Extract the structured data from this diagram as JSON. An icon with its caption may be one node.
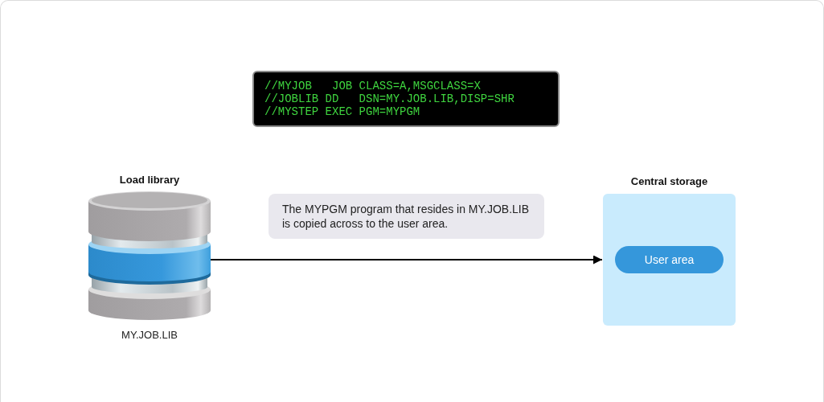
{
  "diagram": {
    "nodes": [
      {
        "text": [
          "//MYJOB   JOB CLASS=A,MSGCLASS=X",
          "//JOBLIB DD   DSN=MY.JOB.LIB,DISP=SHR",
          "//MYSTEP EXEC PGM=MYPGM"
        ]
      },
      {
        "text": [
          "Load library"
        ],
        "beside": [
          "MY.JOB.LIB"
        ]
      },
      {
        "text": [
          "The MYPGM program that resides in MY.JOB.LIB is copied across to the user area."
        ]
      },
      {
        "text": [
          "Central storage"
        ]
      },
      {
        "text": [
          "User area"
        ],
        "in": 3
      }
    ],
    "edges": [
      {
        "from": 1,
        "to": 3,
        "arrow": "to"
      }
    ]
  }
}
